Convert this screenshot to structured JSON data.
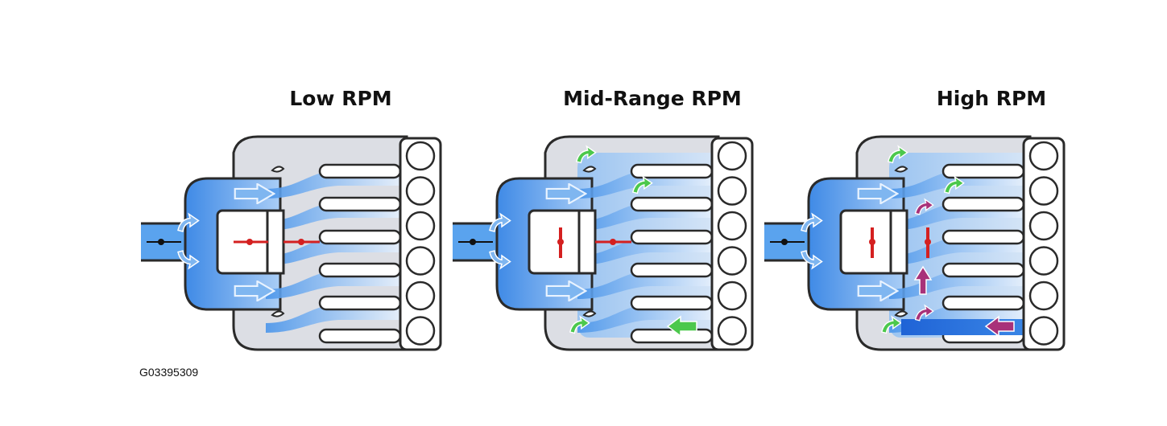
{
  "panels": [
    {
      "title": "Low RPM"
    },
    {
      "title": "Mid-Range RPM"
    },
    {
      "title": "High RPM"
    }
  ],
  "figure_code": "G03395309",
  "colors": {
    "housing": "#dcdee4",
    "outline": "#2a2a2a",
    "airflow": "#5aa3ee",
    "airflow_dark": "#2b7fe0",
    "green_arrow": "#4cc84c",
    "magenta_arrow": "#a8327a",
    "flap_red": "#d42020"
  },
  "legend_icons": [
    "blue-flow-arrow",
    "green-flow-arrow",
    "magenta-flow-arrow",
    "flap-valve"
  ]
}
